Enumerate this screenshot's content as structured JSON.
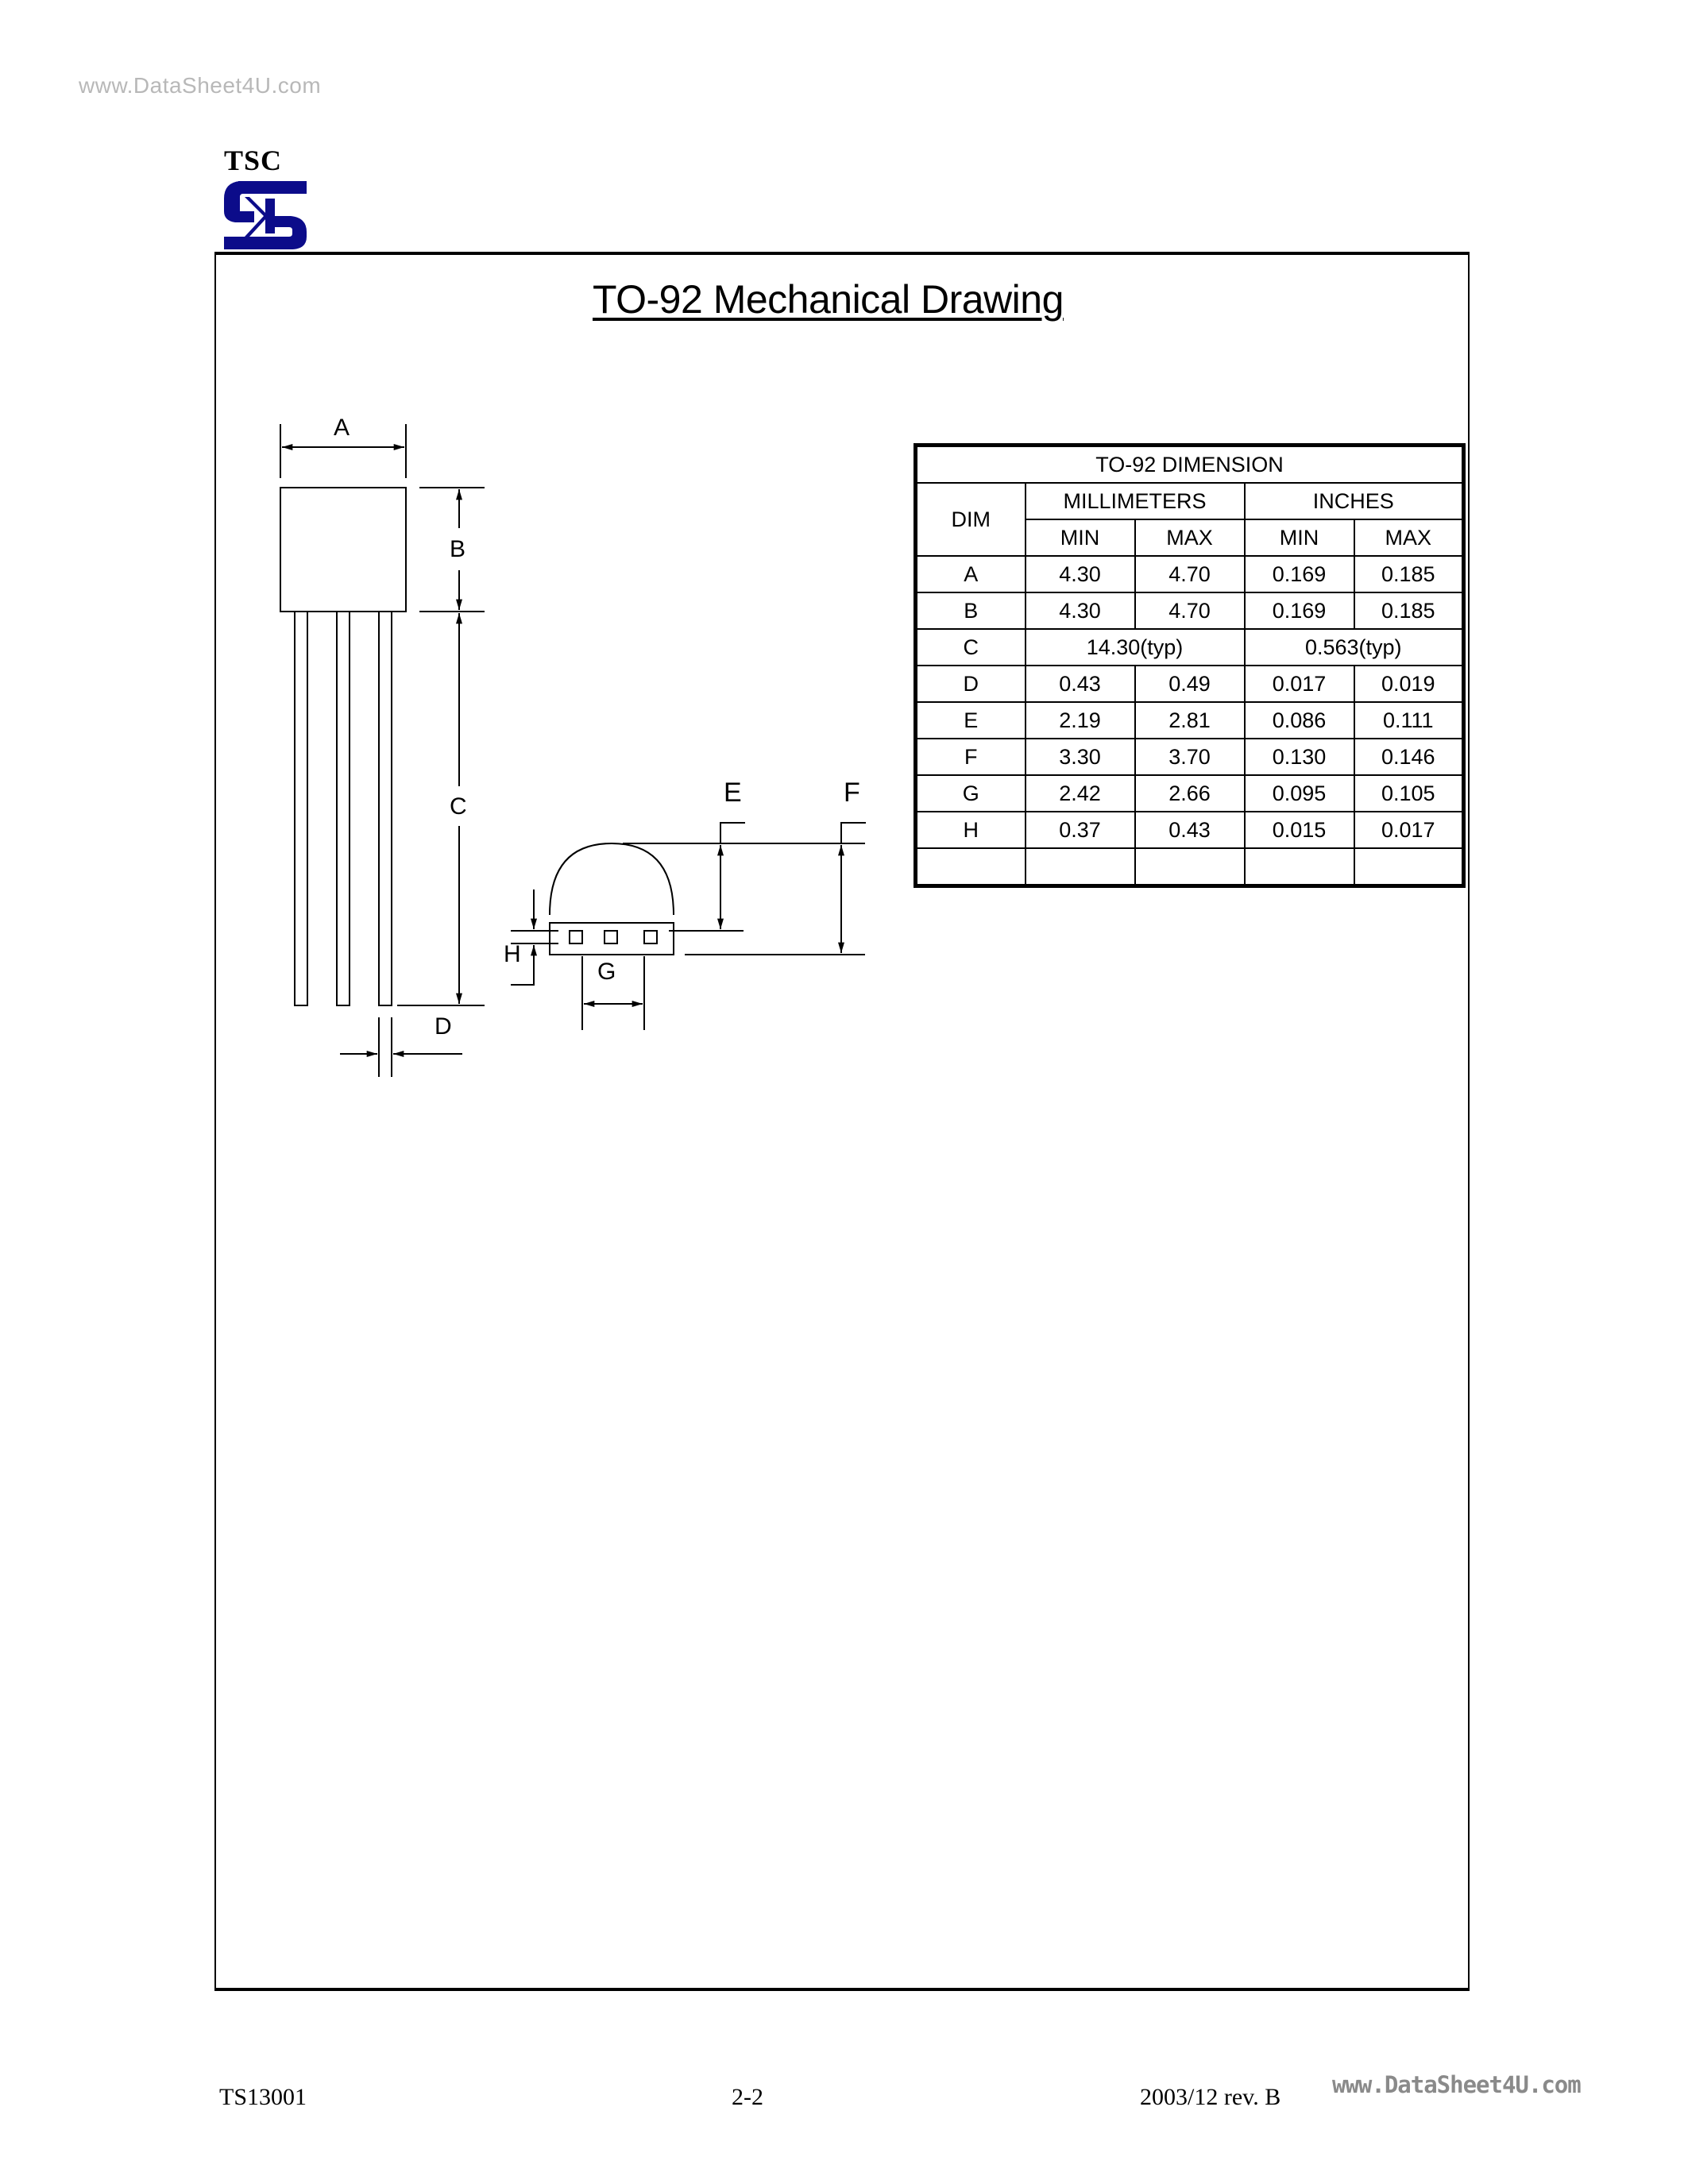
{
  "watermark": {
    "top_left": "www.DataSheet4U.com",
    "bottom_right": "www.DataSheet4U.com"
  },
  "logo": {
    "text": "TSC",
    "icon": "tsc-s-logo-icon",
    "color": "#0c0c8a"
  },
  "page": {
    "title": "TO-92 Mechanical Drawing"
  },
  "drawing": {
    "labels": {
      "A": "A",
      "B": "B",
      "C": "C",
      "D": "D",
      "E": "E",
      "F": "F",
      "G": "G",
      "H": "H"
    }
  },
  "dimension_table": {
    "title": "TO-92 DIMENSION",
    "dim_header": "DIM",
    "unit_headers": [
      "MILLIMETERS",
      "INCHES"
    ],
    "sub_headers": [
      "MIN",
      "MAX",
      "MIN",
      "MAX"
    ],
    "rows": [
      {
        "dim": "A",
        "mm_min": "4.30",
        "mm_max": "4.70",
        "in_min": "0.169",
        "in_max": "0.185"
      },
      {
        "dim": "B",
        "mm_min": "4.30",
        "mm_max": "4.70",
        "in_min": "0.169",
        "in_max": "0.185"
      },
      {
        "dim": "C",
        "mm_typ": "14.30(typ)",
        "in_typ": "0.563(typ)"
      },
      {
        "dim": "D",
        "mm_min": "0.43",
        "mm_max": "0.49",
        "in_min": "0.017",
        "in_max": "0.019"
      },
      {
        "dim": "E",
        "mm_min": "2.19",
        "mm_max": "2.81",
        "in_min": "0.086",
        "in_max": "0.111"
      },
      {
        "dim": "F",
        "mm_min": "3.30",
        "mm_max": "3.70",
        "in_min": "0.130",
        "in_max": "0.146"
      },
      {
        "dim": "G",
        "mm_min": "2.42",
        "mm_max": "2.66",
        "in_min": "0.095",
        "in_max": "0.105"
      },
      {
        "dim": "H",
        "mm_min": "0.37",
        "mm_max": "0.43",
        "in_min": "0.015",
        "in_max": "0.017"
      }
    ]
  },
  "footer": {
    "doc_id": "TS13001",
    "page_number": "2-2",
    "revision": "2003/12 rev. B"
  }
}
